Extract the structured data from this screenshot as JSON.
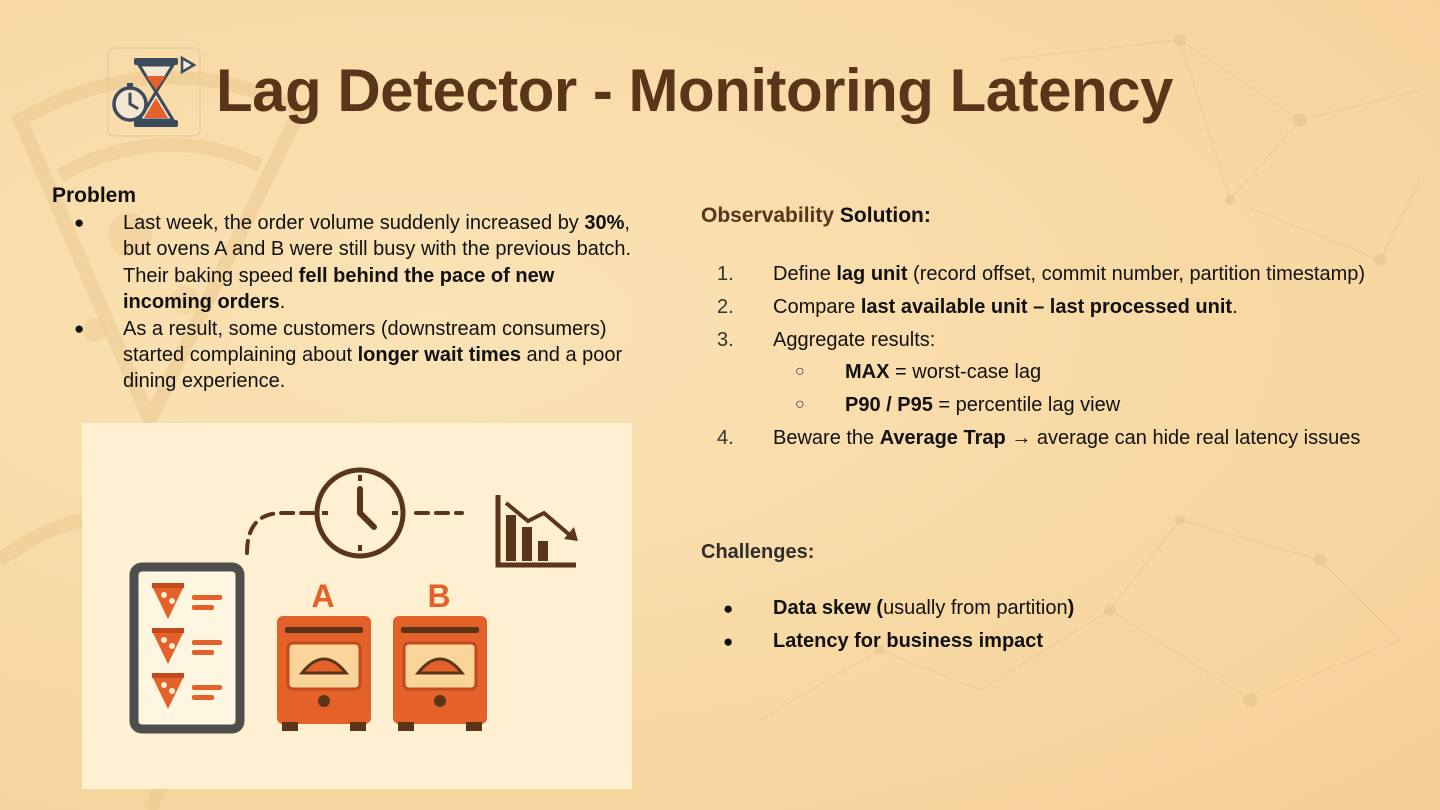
{
  "title": "Lag Detector - Monitoring Latency",
  "colors": {
    "title": "#5a3519",
    "accent": "#e4612a",
    "dark": "#5a3519",
    "frame": "#4e4e4e"
  },
  "problem": {
    "heading": "Problem",
    "bullets": [
      {
        "p1": "Last week, the order volume suddenly increased by ",
        "b1": "30%",
        "p2": ", but ovens A and B were still busy with the previous batch. Their baking speed ",
        "b2": "fell behind the pace of new incoming orders",
        "p3": "."
      },
      {
        "p1": "As a result, some customers (downstream consumers) started complaining about ",
        "b1": "longer wait times",
        "p2": " and a poor dining experience."
      }
    ]
  },
  "illustration": {
    "icons": [
      "stopwatch-hourglass-icon",
      "clock-icon",
      "declining-chart-icon",
      "pizza-slice-icon",
      "oven-icon"
    ],
    "oven_labels": [
      "A",
      "B"
    ]
  },
  "solution": {
    "title_accent": "Observability",
    "title_rest": " Solution:",
    "steps": [
      {
        "num": "1.",
        "p1": "Define ",
        "b1": "lag unit",
        "p2": " (record offset, commit number, partition timestamp)"
      },
      {
        "num": "2.",
        "p1": "Compare ",
        "b1": "last available unit – last processed unit",
        "p2": "."
      },
      {
        "num": "3.",
        "p1": "Aggregate results:"
      },
      {
        "num": "4.",
        "p1": "Beware the ",
        "b1": "Average Trap",
        "p2": " → average can hide real latency issues"
      }
    ],
    "sub": [
      {
        "b1": "MAX",
        "p1": " = worst-case lag"
      },
      {
        "b1": "P90 / P95",
        "p1": " = percentile lag view"
      }
    ]
  },
  "challenges": {
    "heading": "Challenges:",
    "items": [
      {
        "b1": "Data skew (",
        "p1": "usually from partition",
        "b2": ")"
      },
      {
        "b1": "Latency for business impact"
      }
    ]
  },
  "glyphs": {
    "bullet": "●",
    "circle": "○"
  }
}
